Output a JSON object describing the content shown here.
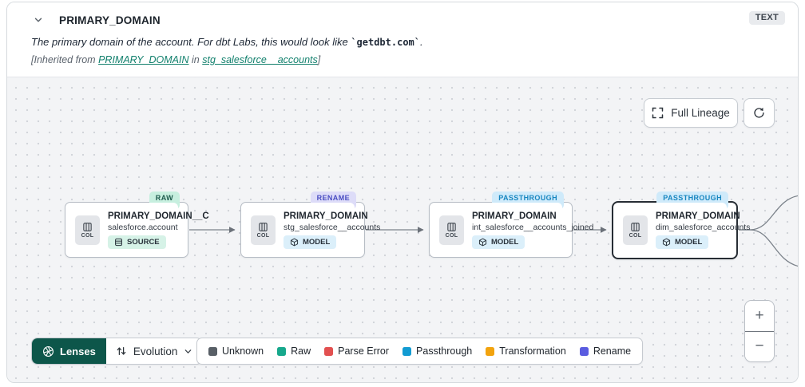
{
  "header": {
    "title": "PRIMARY_DOMAIN",
    "type_badge": "TEXT",
    "description_prefix": "The primary domain of the account. For dbt Labs, this would look like ",
    "description_code": "`getdbt.com`",
    "description_suffix": ".",
    "inherited_prefix": "[Inherited from ",
    "inherited_link_column": "PRIMARY_DOMAIN",
    "inherited_mid": " in ",
    "inherited_link_model": "stg_salesforce__accounts",
    "inherited_suffix": "]"
  },
  "toolbar": {
    "full_lineage_label": "Full Lineage"
  },
  "nodes": [
    {
      "tag": "RAW",
      "title": "PRIMARY_DOMAIN__C",
      "subtitle": "salesforce.account",
      "badge": "SOURCE",
      "col_label": "COL"
    },
    {
      "tag": "RENAME",
      "title": "PRIMARY_DOMAIN",
      "subtitle": "stg_salesforce__accounts",
      "badge": "MODEL",
      "col_label": "COL"
    },
    {
      "tag": "PASSTHROUGH",
      "title": "PRIMARY_DOMAIN",
      "subtitle": "int_salesforce__accounts_joined",
      "badge": "MODEL",
      "col_label": "COL"
    },
    {
      "tag": "PASSTHROUGH",
      "title": "PRIMARY_DOMAIN",
      "subtitle": "dim_salesforce_accounts",
      "badge": "MODEL",
      "col_label": "COL"
    }
  ],
  "lens_bar": {
    "lenses_label": "Lenses",
    "selected_lens": "Evolution"
  },
  "legend": {
    "items": [
      {
        "label": "Unknown",
        "color": "#585f66"
      },
      {
        "label": "Raw",
        "color": "#17a88c"
      },
      {
        "label": "Parse Error",
        "color": "#e25050"
      },
      {
        "label": "Passthrough",
        "color": "#129bd2"
      },
      {
        "label": "Transformation",
        "color": "#f2a30e"
      },
      {
        "label": "Rename",
        "color": "#5a5ce0"
      }
    ]
  },
  "zoom_controls": {
    "zoom_in": "+",
    "zoom_out": "−"
  }
}
